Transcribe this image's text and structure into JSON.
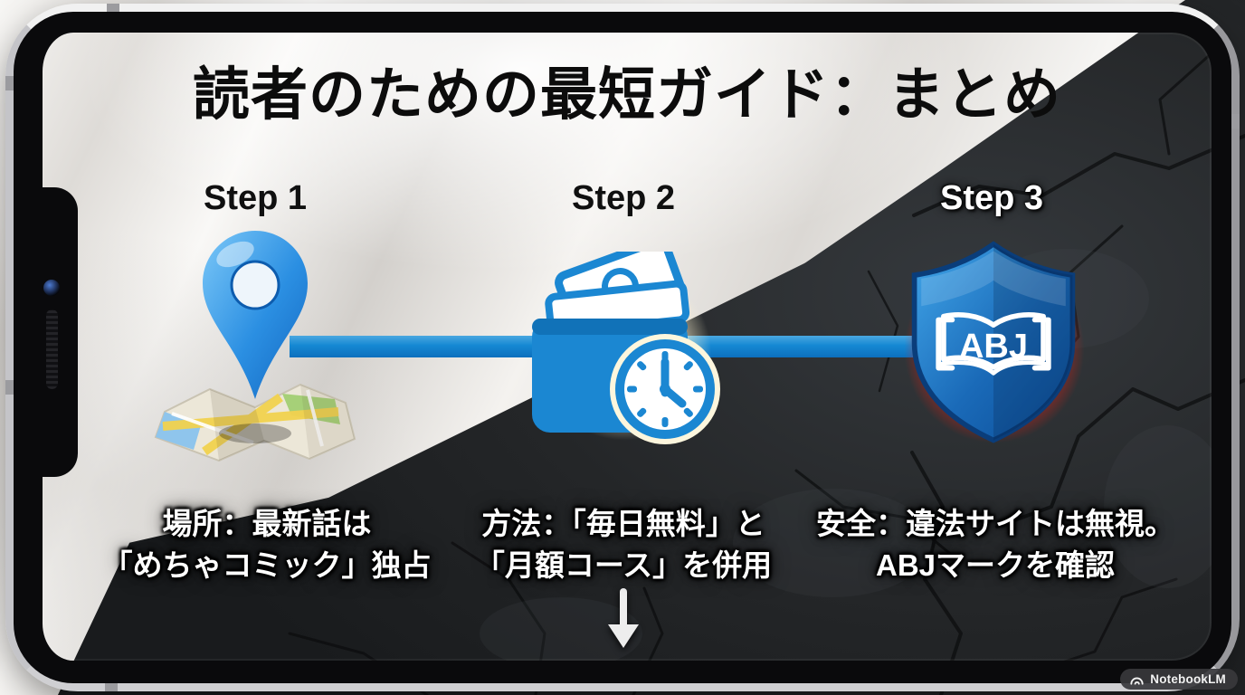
{
  "slide": {
    "title": "読者のための最短ガイド：まとめ",
    "steps": [
      {
        "label": "Step 1",
        "icon": "map-pin-icon",
        "caption_line1": "場所：最新話は",
        "caption_line2": "「めちゃコミック」独占"
      },
      {
        "label": "Step 2",
        "icon": "wallet-clock-icon",
        "caption_line1": "方法：「毎日無料」と",
        "caption_line2": "「月額コース」を併用"
      },
      {
        "label": "Step 3",
        "icon": "abj-shield-icon",
        "icon_text": "ABJ",
        "caption_line1": "安全：違法サイトは無視。",
        "caption_line2": "ABJマークを確認"
      }
    ]
  },
  "watermark": {
    "label": "NotebookLM",
    "icon": "notebooklm-logo-icon"
  },
  "colors": {
    "connector-blue": "#1588d3",
    "icon-blue": "#1b87d2",
    "pin-blue-light": "#7cc8f8",
    "pin-blue-dark": "#1266c0",
    "shield-blue-light": "#42a7ea",
    "shield-blue-dark": "#0b4c96",
    "shield-glow-red": "#ff2b1e",
    "wallet-glow-cream": "#fff3cf",
    "title-text": "#0c0c0c",
    "caption-text": "#ffffff"
  }
}
